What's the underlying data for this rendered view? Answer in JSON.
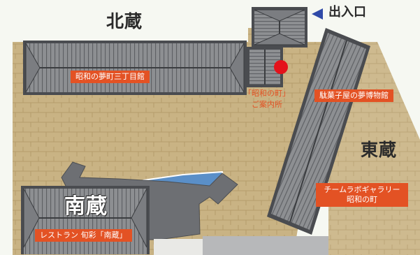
{
  "colors": {
    "ground": "#c9b384",
    "roof": "#8d8f92",
    "roof_dark": "#5e6064",
    "label_bg": "#e35224",
    "pond": "#5a8fc8",
    "marker": "#e4121b",
    "arrow": "#2f4aa8"
  },
  "buildings": {
    "kita": {
      "name": "北蔵",
      "label": "昭和の夢町三丁目館"
    },
    "minami": {
      "name": "南蔵",
      "label": "レストラン 旬彩「南蔵」"
    },
    "higashi": {
      "name": "東蔵",
      "label_line1": "チームラボギャラリー",
      "label_line2": "昭和の町"
    },
    "museum": {
      "label": "駄菓子屋の夢博物館"
    }
  },
  "info_center": {
    "line1": "「昭和の町」",
    "line2": "ご案内所",
    "marker_icon": "red-circle-marker-icon"
  },
  "entrance": {
    "label": "出入口",
    "icon": "left-triangle-arrow-icon"
  }
}
